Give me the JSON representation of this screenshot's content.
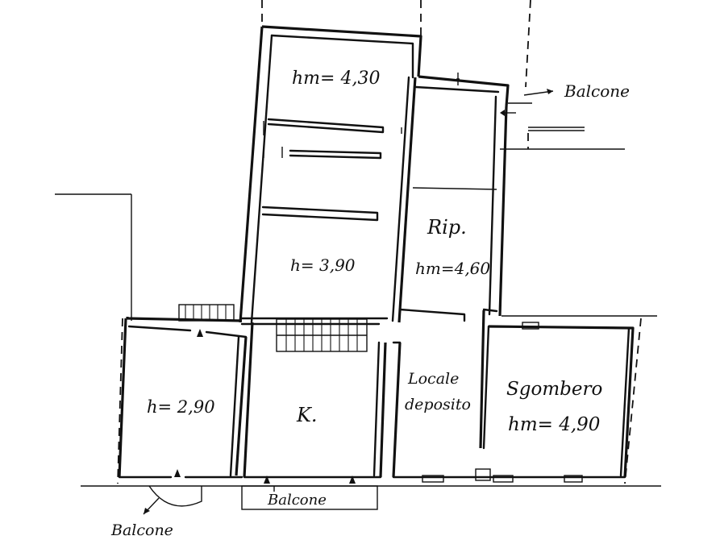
{
  "rooms": {
    "top_room": {
      "label": "hm= 4,30"
    },
    "middle_room": {
      "label": "h= 3,90"
    },
    "rip_room": {
      "name": "Rip.",
      "label": "hm=4,60"
    },
    "left_room": {
      "label": "h= 2,90"
    },
    "kitchen": {
      "label": "K."
    },
    "deposito": {
      "name_line1": "Locale",
      "name_line2": "deposito"
    },
    "sgombero": {
      "name": "Sgombero",
      "label": "hm= 4,90"
    }
  },
  "balconies": {
    "top_right": "Balcone",
    "bottom_center": "Balcone",
    "bottom_left": "Balcone"
  }
}
